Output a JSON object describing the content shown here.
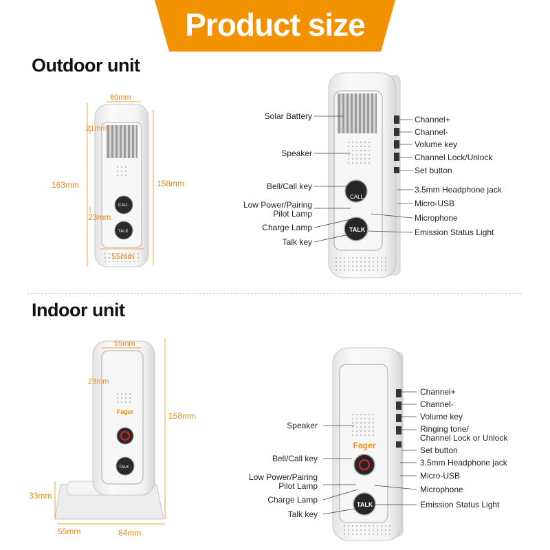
{
  "banner": {
    "title": "Product size"
  },
  "outdoor": {
    "title": "Outdoor unit",
    "dims": {
      "width_top": "60mm",
      "grille_offset": "21mm",
      "height_outer": "163mm",
      "height_inner": "158mm",
      "button_offset": "23mm",
      "width_bottom": "55mm"
    },
    "left_labels": [
      "Solar Battery",
      "Speaker",
      "Bell/Call key",
      "Low Power/Pairing",
      "Pilot Lamp",
      "Charge Lamp",
      "Talk key"
    ],
    "right_labels": [
      "Channel+",
      "Channel-",
      "Volume key",
      "Channel Lock/Unlock",
      "Set button",
      "3.5mm Headphone jack",
      "Micro-USB",
      "Microphone",
      "Emission Status Light"
    ],
    "device_text": {
      "call": "CALL",
      "talk": "TALK"
    }
  },
  "indoor": {
    "title": "Indoor unit",
    "dims": {
      "width_top": "55mm",
      "button_offset": "23mm",
      "height": "158mm",
      "base_height": "33mm",
      "base_depth": "55mm",
      "base_width": "84mm"
    },
    "left_labels": [
      "Speaker",
      "Bell/Call key",
      "Low Power/Pairing",
      "Pilot Lamp",
      "Charge Lamp",
      "Talk key"
    ],
    "right_labels": [
      "Channel+",
      "Channel-",
      "Volume key",
      "Ringing tone/",
      "Channel Lock or Unlock",
      "Set button",
      "3.5mm Headphone jack",
      "Micro-USB",
      "Microphone",
      "Emission Status Light"
    ],
    "device_text": {
      "brand": "Fager",
      "talk": "TALK"
    }
  },
  "colors": {
    "accent": "#f39200",
    "dimension": "#e08a1e",
    "device": "#f1f1f1"
  }
}
